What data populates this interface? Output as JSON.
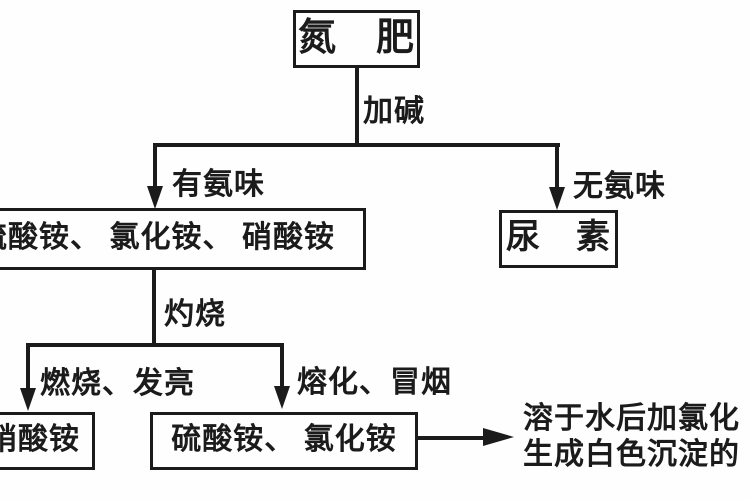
{
  "diagram": {
    "colors": {
      "stroke": "#1b1b1b",
      "background": "#fefefe"
    },
    "nodes": {
      "root": "氮　肥",
      "ammonium_group": "硫酸铵、 氯化铵、 硝酸铵",
      "urea": "尿　素",
      "nitrate": "硝酸铵",
      "sulfate_chloride": "硫酸铵、 氯化铵"
    },
    "edges": {
      "add_alkali": "加碱",
      "has_ammonia": "有氨味",
      "no_ammonia": "无氨味",
      "ignite": "灼烧",
      "burn_glow": "燃烧、发亮",
      "melt_smoke": "熔化、冒烟"
    },
    "result_note": {
      "line1": "溶于水后加氯化",
      "line2": "生成白色沉淀的"
    }
  }
}
